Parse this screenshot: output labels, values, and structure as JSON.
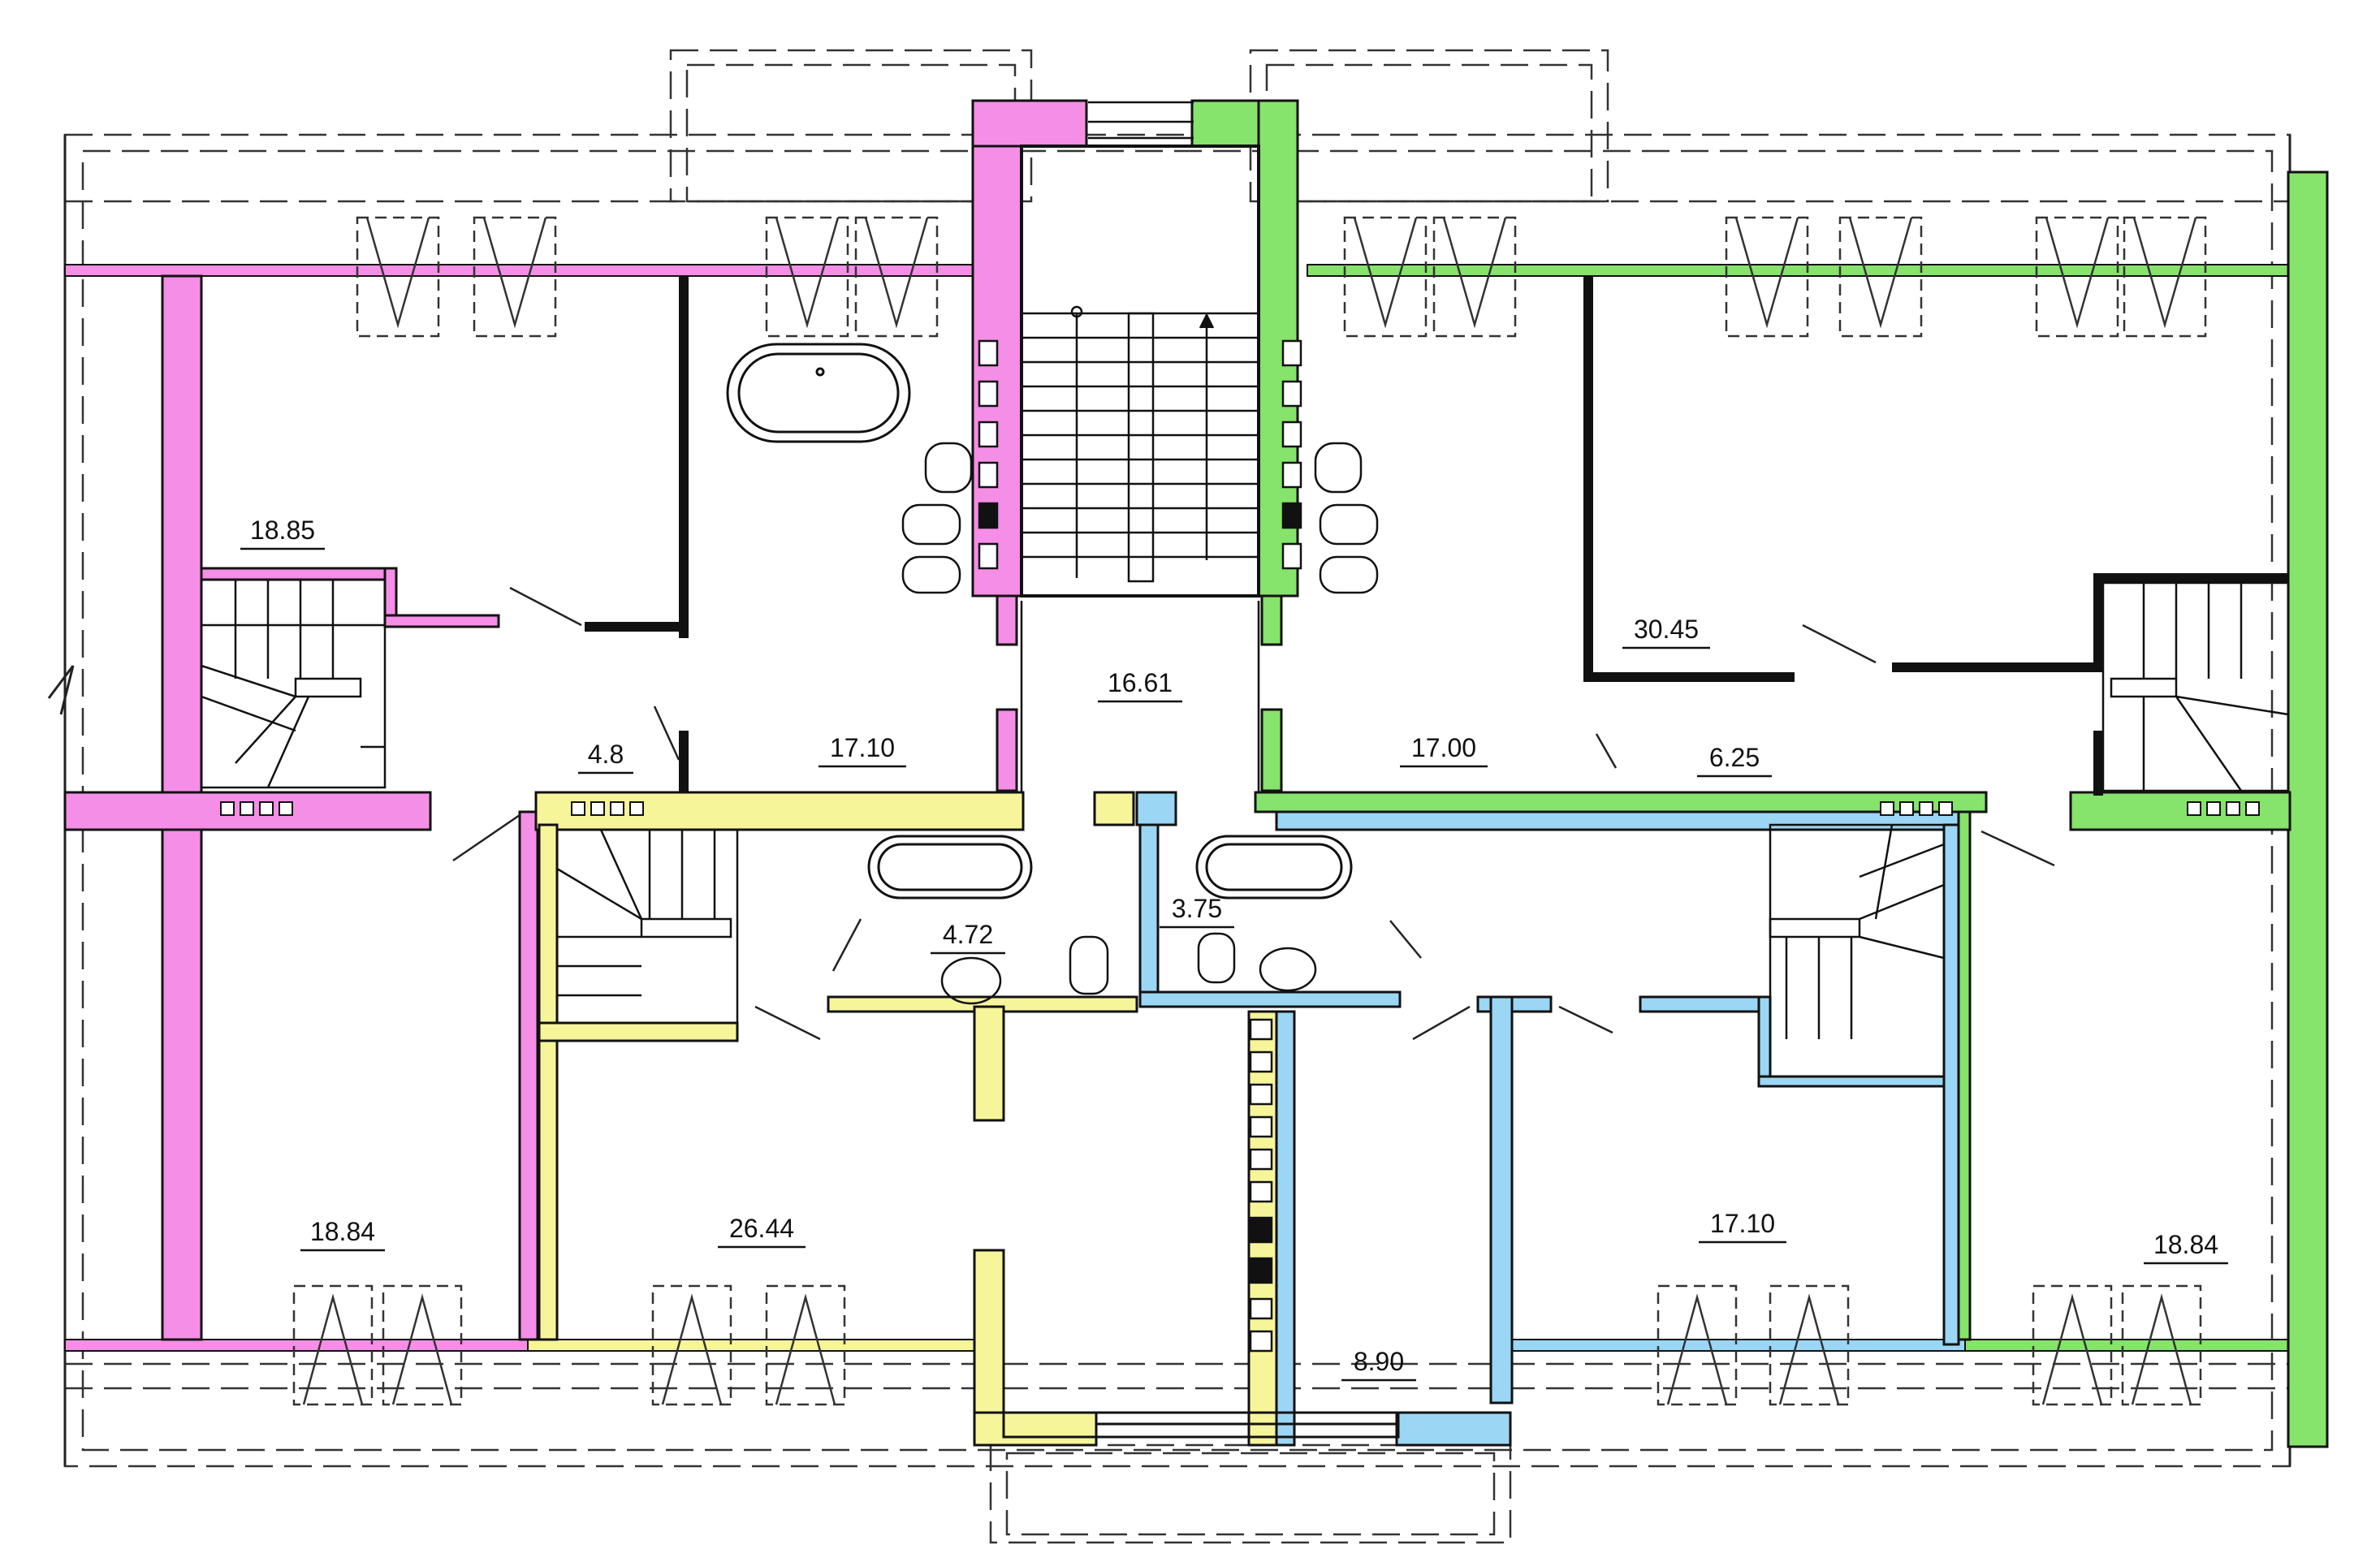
{
  "colors": {
    "unit_pink": "#f58ee6",
    "unit_green": "#86e36b",
    "unit_yellow": "#f6f59a",
    "unit_blue": "#9bd6f5",
    "wall": "#111111",
    "line": "#333333"
  },
  "rooms": [
    {
      "id": "room-18-85",
      "area": "18.85"
    },
    {
      "id": "room-4-8",
      "area": "4.8"
    },
    {
      "id": "room-17-10-top",
      "area": "17.10"
    },
    {
      "id": "room-16-61",
      "area": "16.61"
    },
    {
      "id": "room-17-00",
      "area": "17.00"
    },
    {
      "id": "room-30-45",
      "area": "30.45"
    },
    {
      "id": "room-6-25",
      "area": "6.25"
    },
    {
      "id": "room-4-72",
      "area": "4.72"
    },
    {
      "id": "room-3-75",
      "area": "3.75"
    },
    {
      "id": "room-18-84-left",
      "area": "18.84"
    },
    {
      "id": "room-26-44",
      "area": "26.44"
    },
    {
      "id": "room-8-90",
      "area": "8.90"
    },
    {
      "id": "room-17-10-bottom",
      "area": "17.10"
    },
    {
      "id": "room-18-84-right",
      "area": "18.84"
    }
  ]
}
